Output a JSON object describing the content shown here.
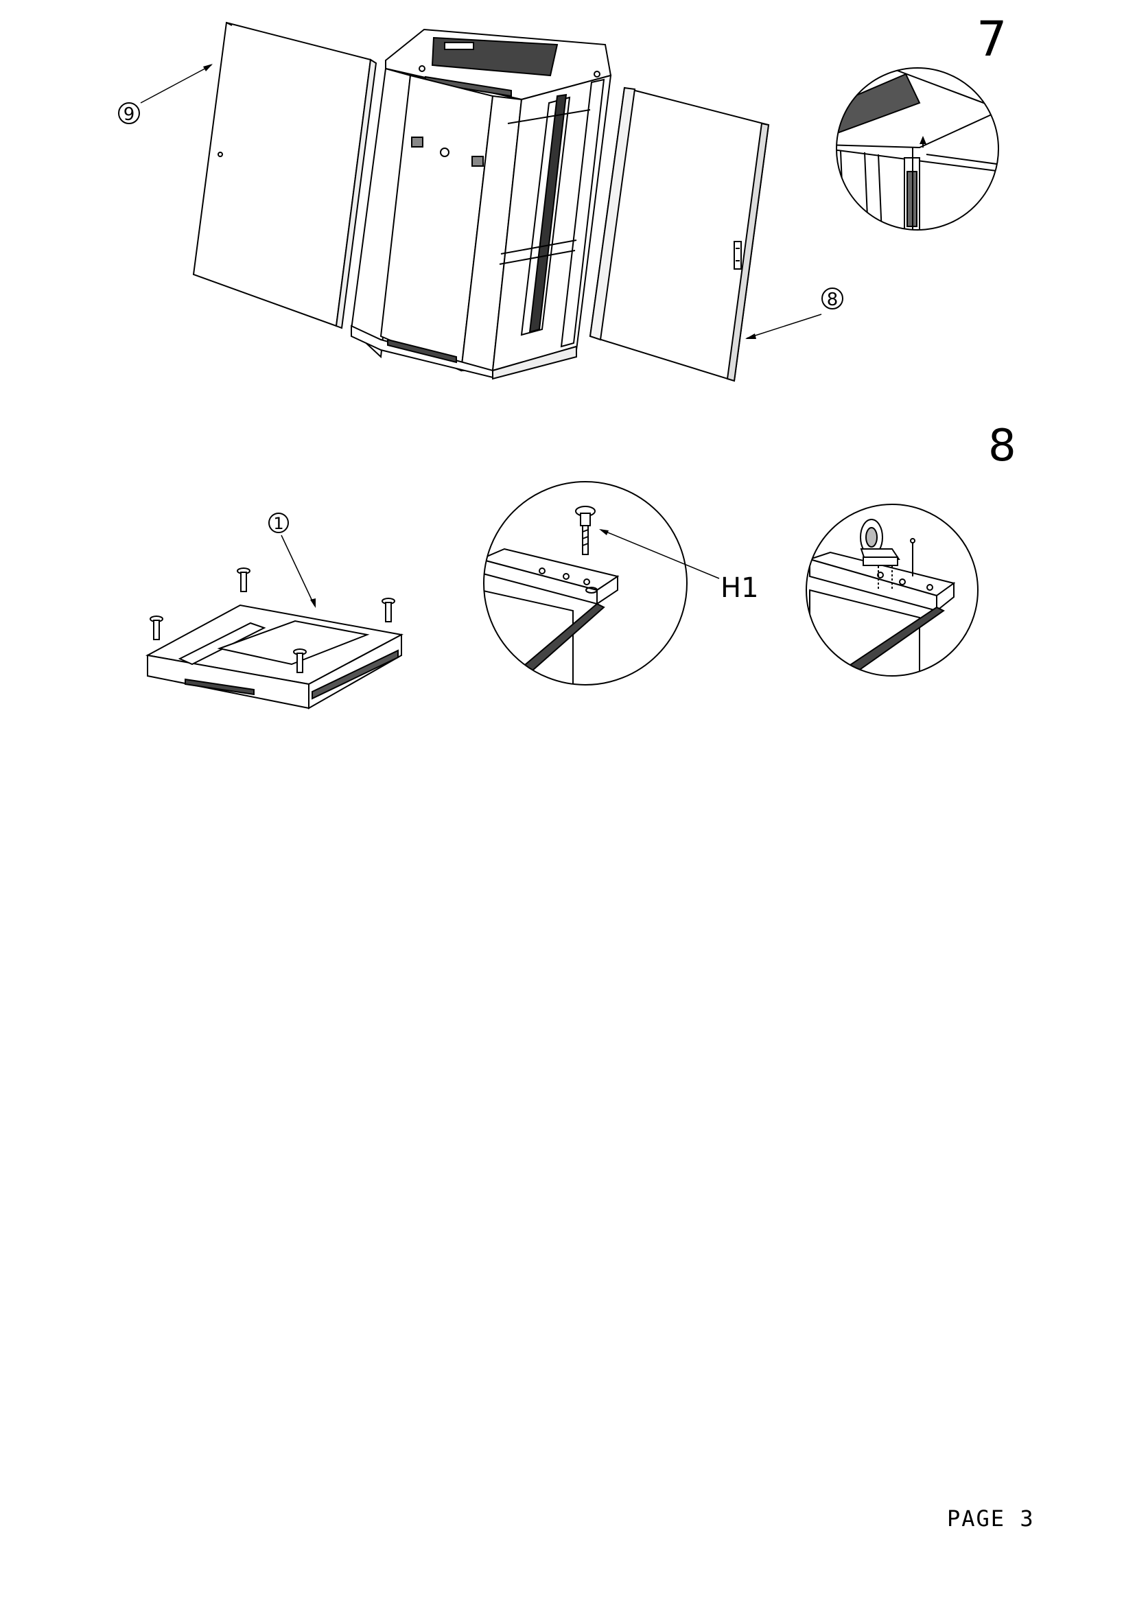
{
  "steps": {
    "step7": {
      "number": "7"
    },
    "step8": {
      "number": "8"
    }
  },
  "callouts": {
    "side_panel": "9",
    "door": "8",
    "base": "1",
    "screw": "H1"
  },
  "footer": {
    "page": "PAGE 3"
  }
}
